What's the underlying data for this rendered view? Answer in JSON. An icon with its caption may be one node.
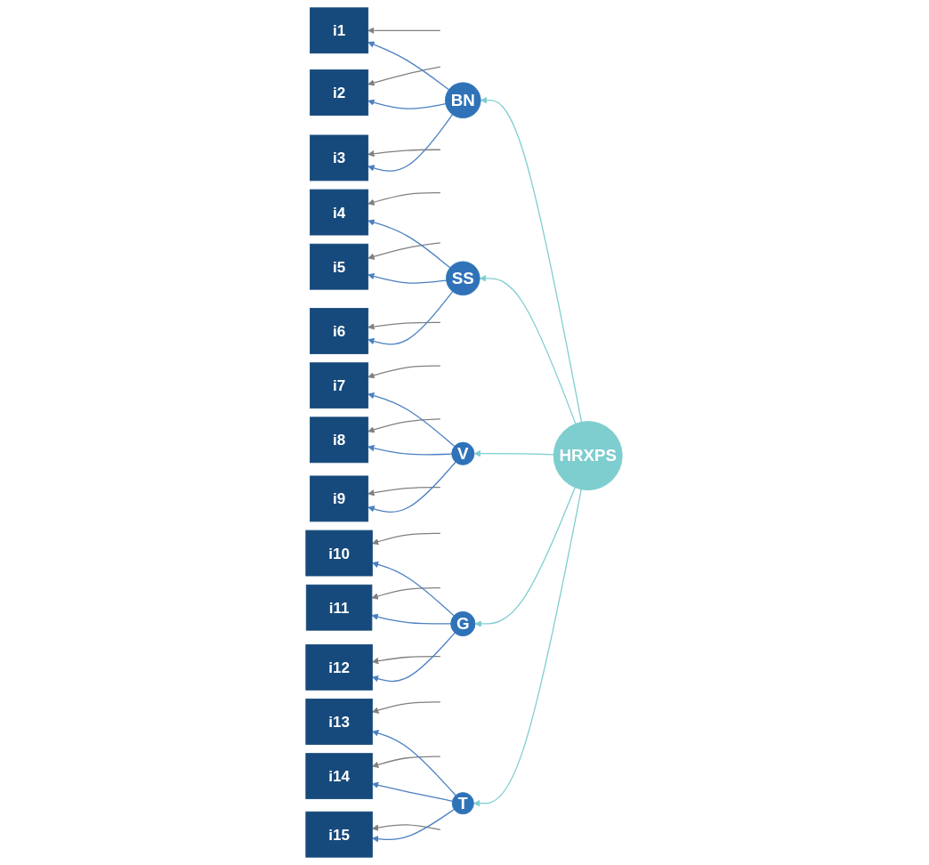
{
  "diagram": {
    "nodes": [
      {
        "text": [
          "i1"
        ]
      },
      {
        "text": [
          "i2"
        ]
      },
      {
        "text": [
          "i3"
        ]
      },
      {
        "text": [
          "i4"
        ]
      },
      {
        "text": [
          "i5"
        ]
      },
      {
        "text": [
          "i6"
        ]
      },
      {
        "text": [
          "i7"
        ]
      },
      {
        "text": [
          "i8"
        ]
      },
      {
        "text": [
          "i9"
        ]
      },
      {
        "text": [
          "i10"
        ]
      },
      {
        "text": [
          "i11"
        ]
      },
      {
        "text": [
          "i12"
        ]
      },
      {
        "text": [
          "i13"
        ]
      },
      {
        "text": [
          "i14"
        ]
      },
      {
        "text": [
          "i15"
        ]
      },
      {
        "text": [
          "BN"
        ]
      },
      {
        "text": [
          "SS"
        ]
      },
      {
        "text": [
          "V"
        ]
      },
      {
        "text": [
          "G"
        ]
      },
      {
        "text": [
          "T"
        ]
      },
      {
        "text": [
          "HRXPS"
        ]
      }
    ],
    "edges": [
      {
        "from": null,
        "to": 0,
        "arrow": "to",
        "color": "#808080"
      },
      {
        "from": null,
        "to": 1,
        "arrow": "to",
        "color": "#808080"
      },
      {
        "from": null,
        "to": 2,
        "arrow": "to",
        "color": "#808080"
      },
      {
        "from": null,
        "to": 3,
        "arrow": "to",
        "color": "#808080"
      },
      {
        "from": null,
        "to": 4,
        "arrow": "to",
        "color": "#808080"
      },
      {
        "from": null,
        "to": 5,
        "arrow": "to",
        "color": "#808080"
      },
      {
        "from": null,
        "to": 6,
        "arrow": "to",
        "color": "#808080"
      },
      {
        "from": null,
        "to": 7,
        "arrow": "to",
        "color": "#808080"
      },
      {
        "from": null,
        "to": 8,
        "arrow": "to",
        "color": "#808080"
      },
      {
        "from": null,
        "to": 9,
        "arrow": "to",
        "color": "#808080"
      },
      {
        "from": null,
        "to": 10,
        "arrow": "to",
        "color": "#808080"
      },
      {
        "from": null,
        "to": 11,
        "arrow": "to",
        "color": "#808080"
      },
      {
        "from": null,
        "to": 12,
        "arrow": "to",
        "color": "#808080"
      },
      {
        "from": null,
        "to": 13,
        "arrow": "to",
        "color": "#808080"
      },
      {
        "from": null,
        "to": 14,
        "arrow": "to",
        "color": "#808080"
      },
      {
        "from": 15,
        "to": 0,
        "arrow": "to"
      },
      {
        "from": 15,
        "to": 1,
        "arrow": "to"
      },
      {
        "from": 15,
        "to": 2,
        "arrow": "to"
      },
      {
        "from": 16,
        "to": 3,
        "arrow": "to"
      },
      {
        "from": 16,
        "to": 4,
        "arrow": "to"
      },
      {
        "from": 16,
        "to": 5,
        "arrow": "to"
      },
      {
        "from": 17,
        "to": 6,
        "arrow": "to"
      },
      {
        "from": 17,
        "to": 7,
        "arrow": "to"
      },
      {
        "from": 17,
        "to": 8,
        "arrow": "to"
      },
      {
        "from": 18,
        "to": 9,
        "arrow": "to"
      },
      {
        "from": 18,
        "to": 10,
        "arrow": "to"
      },
      {
        "from": 18,
        "to": 11,
        "arrow": "to"
      },
      {
        "from": 19,
        "to": 12,
        "arrow": "to"
      },
      {
        "from": 19,
        "to": 13,
        "arrow": "to"
      },
      {
        "from": 19,
        "to": 14,
        "arrow": "to"
      },
      {
        "from": 20,
        "to": 15,
        "arrow": "to",
        "color": "#7ecdcf"
      },
      {
        "from": 20,
        "to": 16,
        "arrow": "to",
        "color": "#7ecdcf"
      },
      {
        "from": 20,
        "to": 17,
        "arrow": "to",
        "color": "#7ecdcf"
      },
      {
        "from": 20,
        "to": 18,
        "arrow": "to",
        "color": "#7ecdcf"
      },
      {
        "from": 20,
        "to": 19,
        "arrow": "to",
        "color": "#7ecdcf"
      }
    ]
  }
}
